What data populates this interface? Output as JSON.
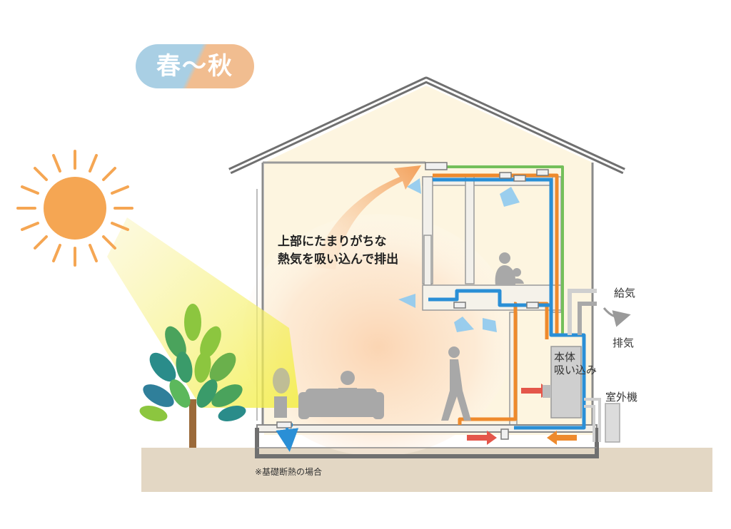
{
  "season_badge": {
    "text": "春～秋",
    "left_color": "#a9cfe4",
    "right_color": "#f1bd90"
  },
  "caption": {
    "line1": "上部にたまりがちな",
    "line2": "熱気を吸い込んで排出"
  },
  "labels": {
    "supply_air": "給気",
    "exhaust_air": "排気",
    "unit_line1": "本体",
    "unit_line2": "吸い込み",
    "outdoor_unit": "室外機"
  },
  "note": "※基礎断熱の場合",
  "colors": {
    "sun": "#f5a653",
    "house_fill": "#fdf5e0",
    "ground": "#e3d7c4",
    "duct_supply_blue": "#2a8fd6",
    "duct_exhaust_orange": "#ee8a2c",
    "duct_green": "#74bf5a",
    "warm_arrow": "#f4a468",
    "red_arrow": "#e4564a",
    "person_gray": "#a8a8a8"
  }
}
